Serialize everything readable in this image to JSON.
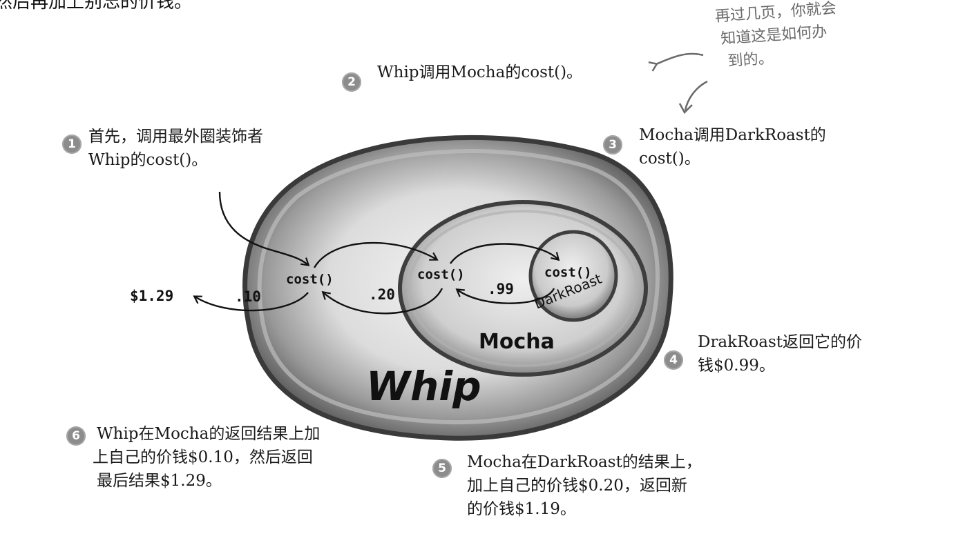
{
  "top_line": "然后再加上别忘的价钱。",
  "steps": [
    {
      "num": "1",
      "lines": [
        "首先，调用最外圈装饰者",
        "Whip的cost()。"
      ]
    },
    {
      "num": "2",
      "lines": [
        "Whip调用Mocha的cost()。"
      ]
    },
    {
      "num": "3",
      "lines": [
        "Mocha调用DarkRoast的",
        "cost()。"
      ]
    },
    {
      "num": "4",
      "lines": [
        "DrakRoast返回它的价",
        "钱$0.99。"
      ]
    },
    {
      "num": "5",
      "lines": [
        "Mocha在DarkRoast的结果上，",
        "加上自己的价钱$0.20，返回新",
        "的价钱$1.19。"
      ]
    },
    {
      "num": "6",
      "lines": [
        "Whip在Mocha的返回结果上加",
        "上自己的价钱$0.10，然后返回",
        "最后结果$1.29。"
      ]
    }
  ],
  "handwritten_note": [
    "再过几页，你就会",
    "知道这是如何办",
    "到的。"
  ],
  "diagram": {
    "outer_label": "Whip",
    "middle_label": "Mocha",
    "inner_label": "DarkRoast",
    "method_label": "cost()",
    "values": {
      "final": "$1.29",
      "whip_add": ".10",
      "mocha_add": ".20",
      "darkroast": ".99"
    }
  },
  "colors": {
    "badge": "#8c8c8c",
    "note": "#6b6b6b",
    "ring_dark": "#3a3a3a",
    "ring_light": "#d8d8d8"
  }
}
